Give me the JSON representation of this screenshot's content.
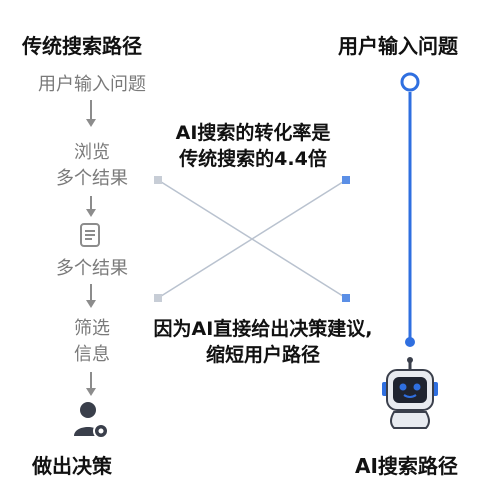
{
  "left": {
    "title": "传统搜索路径",
    "steps": [
      {
        "label": "用户输入问题"
      },
      {
        "label_lines": [
          "浏览",
          "多个结果"
        ]
      },
      {
        "label": "多个结果",
        "icon": "document-icon"
      },
      {
        "label_lines": [
          "筛选",
          "信息"
        ]
      }
    ],
    "end": {
      "label": "做出决策",
      "icon": "user-gear-icon"
    }
  },
  "right": {
    "title": "用户输入问题",
    "start_icon": "circle-node-icon",
    "end": {
      "label": "AI搜索路径",
      "icon": "robot-icon"
    }
  },
  "notes": {
    "top": [
      "AI搜索的转化率是",
      "传统搜索的4.4倍"
    ],
    "bottom": [
      "因为AI直接给出决策建议,",
      "缩短用户路径"
    ]
  },
  "colors": {
    "accent_blue": "#2f6fe0",
    "gray_text": "#7a7a7a",
    "gray_line": "#8c8c8c"
  }
}
